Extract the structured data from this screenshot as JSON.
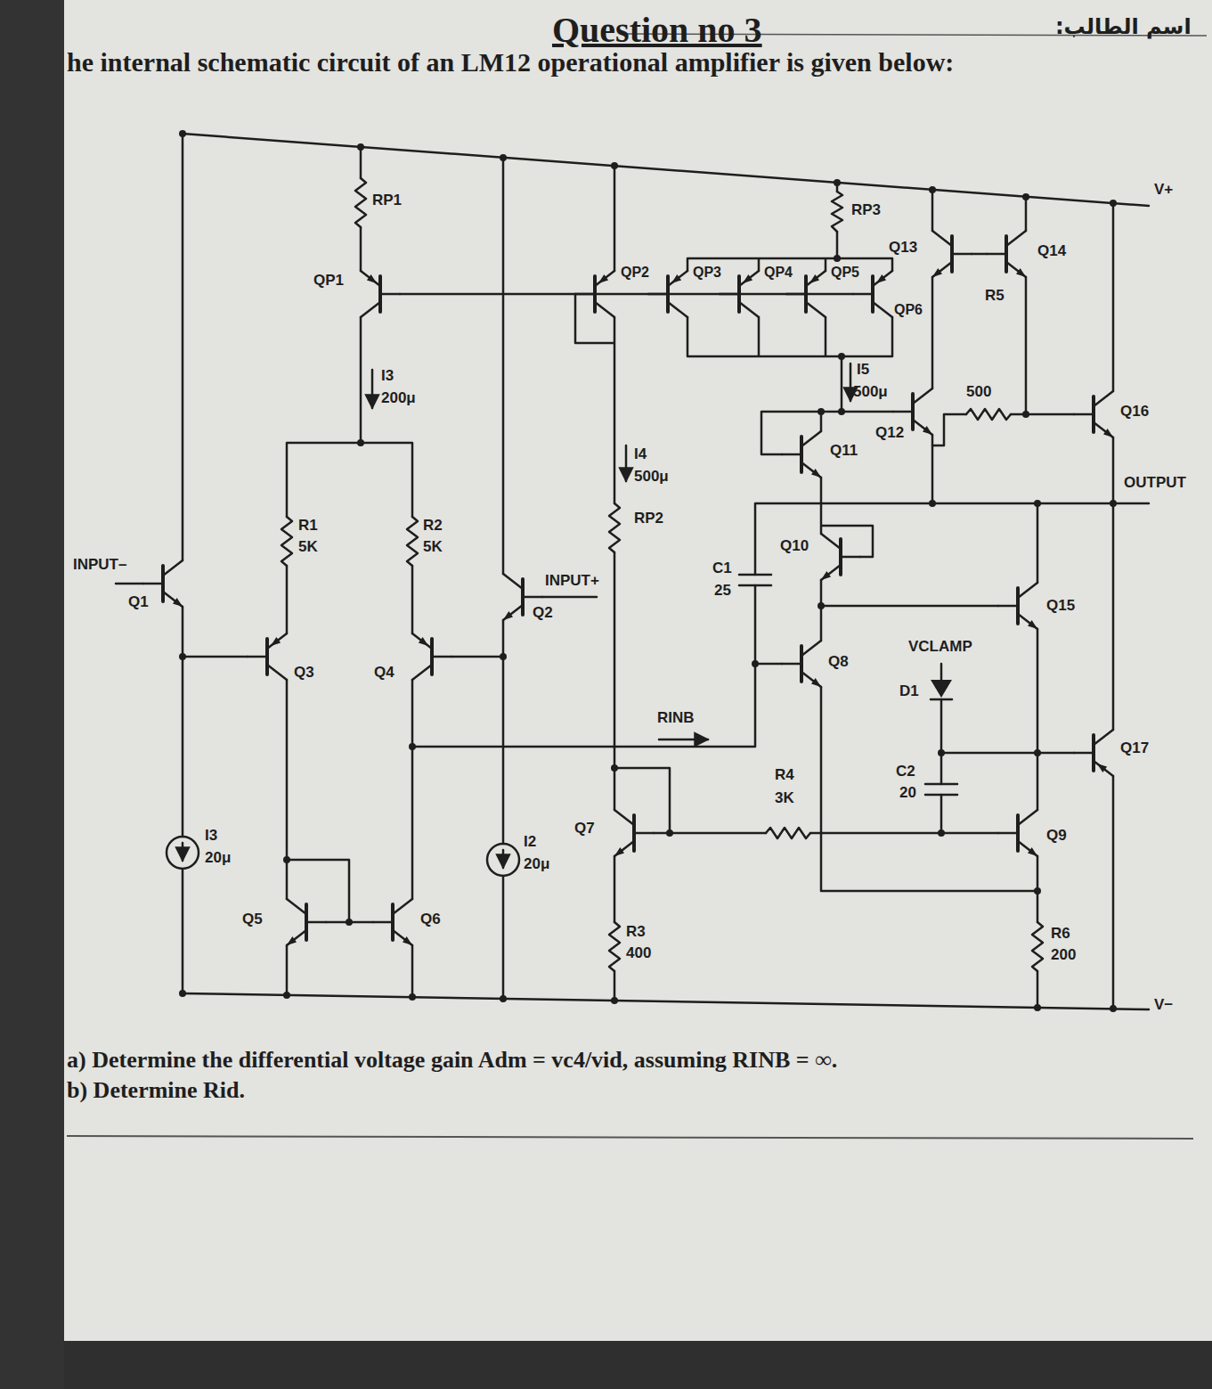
{
  "diagram": {
    "title": "Question no 3",
    "labels": [
      "اسم الطالب:",
      "he internal schematic circuit of an LM12 operational amplifier is given below:",
      "RP1",
      "QP1",
      "I3",
      "200μ",
      "R1",
      "5K",
      "R2",
      "5K",
      "INPUT–",
      "Q1",
      "Q3",
      "Q4",
      "Q2",
      "INPUT+",
      "I3",
      "20μ",
      "I2",
      "20μ",
      "Q5",
      "Q6",
      "QP2",
      "QP3",
      "QP4",
      "QP5",
      "QP6",
      "RP3",
      "Q13",
      "Q14",
      "R5",
      "I5",
      "500μ",
      "500",
      "Q12",
      "Q16",
      "Q11",
      "I4",
      "500μ",
      "RP2",
      "OUTPUT",
      "Q10",
      "C1",
      "25",
      "Q15",
      "Q8",
      "VCLAMP",
      "D1",
      "RINB",
      "Q17",
      "R4",
      "3K",
      "C2",
      "20",
      "Q7",
      "Q9",
      "R3",
      "400",
      "R6",
      "200",
      "V+",
      "V−",
      "a) Determine the differential voltage gain Adm = vc4/vid, assuming RINB = ∞.",
      "b) Determine Rid."
    ]
  }
}
